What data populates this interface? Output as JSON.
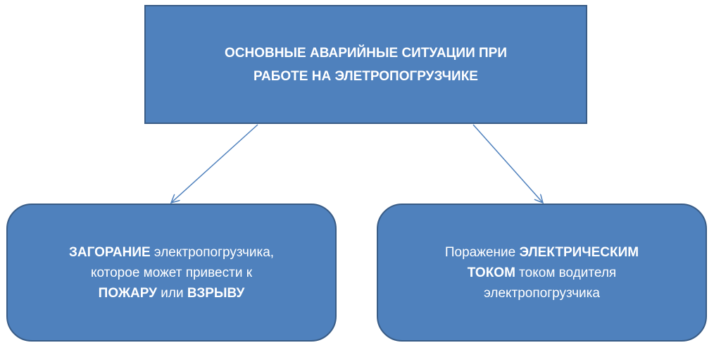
{
  "diagram": {
    "root": {
      "lines": [
        "ОСНОВНЫЕ АВАРИЙНЫЕ СИТУАЦИИ ПРИ",
        "РАБОТЕ НА ЭЛЕТРОПОГРУЗЧИКЕ"
      ]
    },
    "left": {
      "line1_bold": "ЗАГОРАНИЕ",
      "line1_rest": " электропогрузчика,",
      "line2": "которое может привести к",
      "line3_bold1": "ПОЖАРУ",
      "line3_mid": " или ",
      "line3_bold2": "ВЗРЫВУ"
    },
    "right": {
      "line1_pre": "Поражение ",
      "line1_bold": "ЭЛЕКТРИЧЕСКИМ",
      "line2_bold": "ТОКОМ",
      "line2_rest": " током водителя",
      "line3": "электропогрузчика"
    },
    "colors": {
      "box_fill": "#4f81bd",
      "box_border": "#395c86",
      "arrow": "#4f81bd",
      "text": "#ffffff"
    }
  }
}
